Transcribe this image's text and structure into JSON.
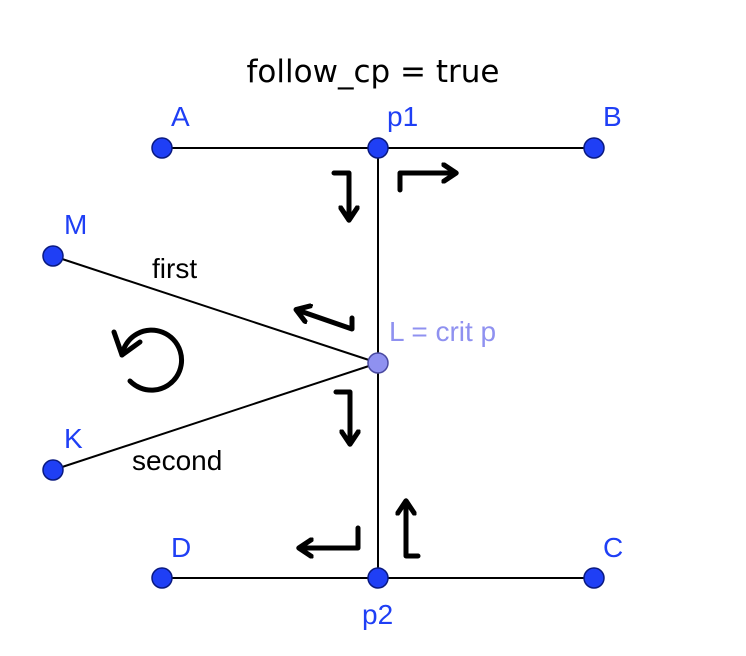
{
  "title": "follow_cp = true",
  "colors": {
    "point_fill": "#1f3ff5",
    "point_stroke": "#0a1a80",
    "critical_fill": "#8f91f0",
    "critical_stroke": "#4a4aa0",
    "label_blue": "#1f3ff5",
    "label_critical": "#8f91f0",
    "line": "#000000"
  },
  "points": {
    "A": "A",
    "p1": "p1",
    "B": "B",
    "M": "M",
    "K": "K",
    "L": "L = crit p",
    "D": "D",
    "C": "C",
    "p2": "p2"
  },
  "edge_labels": {
    "first": "first",
    "second": "second"
  },
  "icons": {
    "rotation": "counterclockwise-rotate-icon",
    "turn_arrows": "turn-arrow-icon"
  }
}
